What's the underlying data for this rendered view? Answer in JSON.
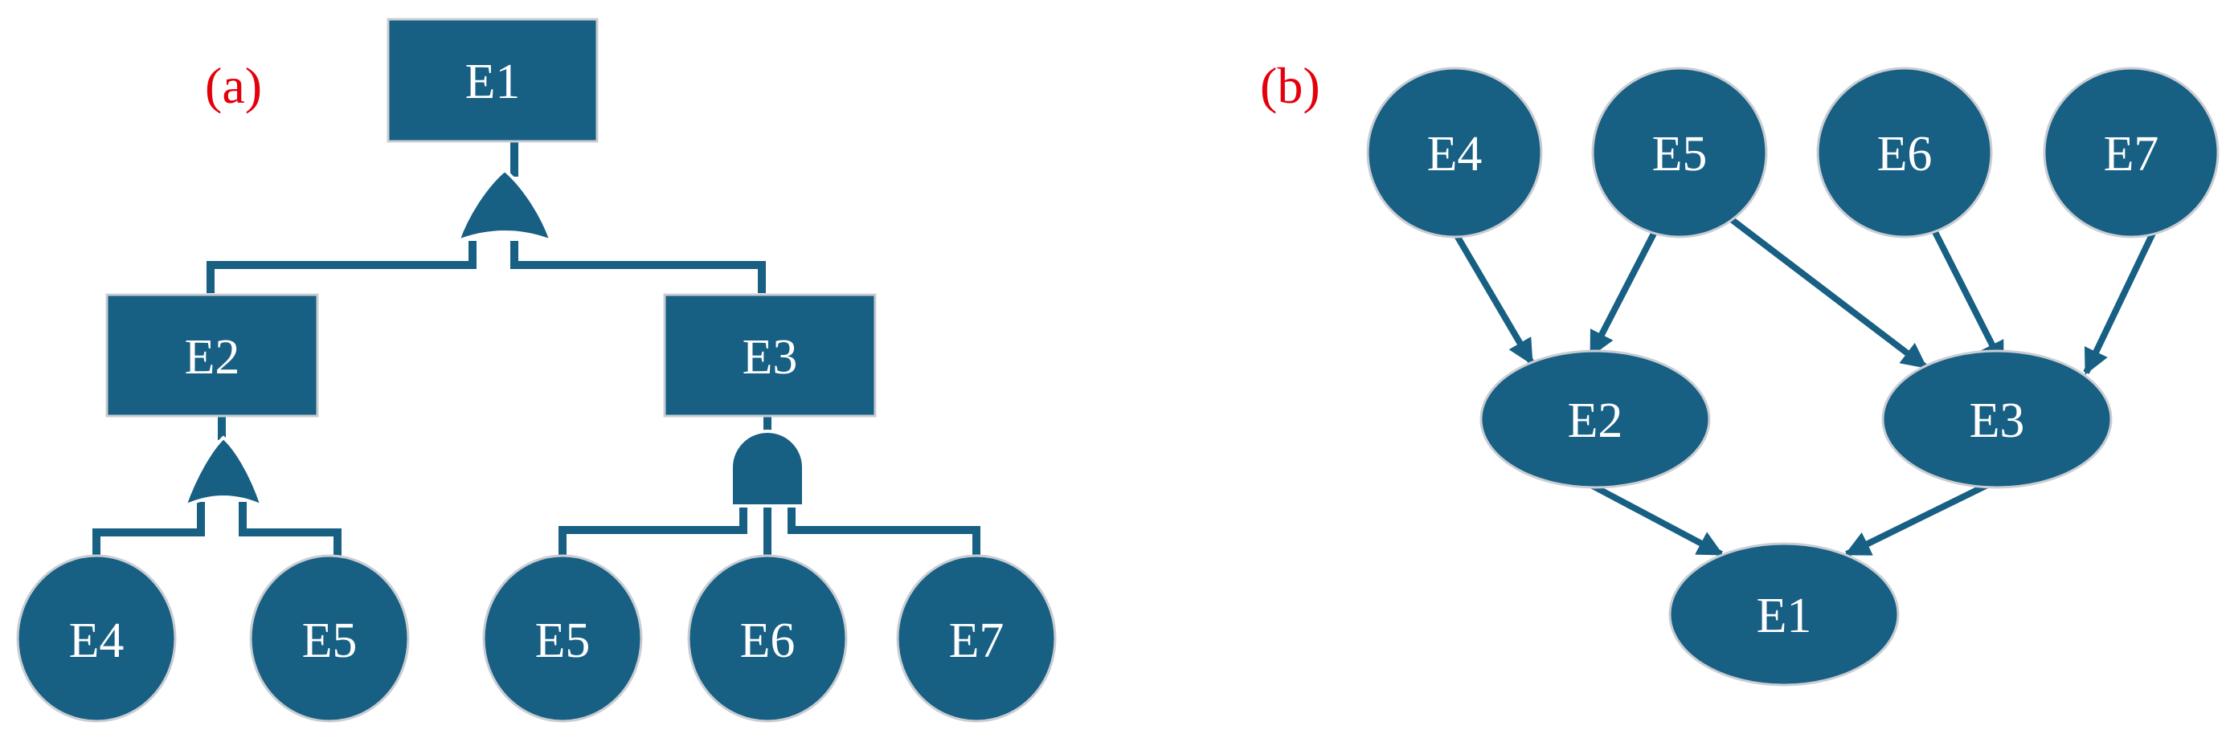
{
  "colors": {
    "node": "#175f83",
    "node_border": "#c9cdd2",
    "panel_label": "#e3000b",
    "text": "#ffffff"
  },
  "panel_a": {
    "label": "(a)",
    "events": {
      "e1": "E1",
      "e2": "E2",
      "e3": "E3",
      "e4": "E4",
      "e5_left": "E5",
      "e5_right": "E5",
      "e6": "E6",
      "e7": "E7"
    },
    "gates": {
      "top": "or-gate",
      "e2": "or-gate",
      "e3": "and-gate"
    }
  },
  "panel_b": {
    "label": "(b)",
    "nodes": {
      "e1": "E1",
      "e2": "E2",
      "e3": "E3",
      "e4": "E4",
      "e5": "E5",
      "e6": "E6",
      "e7": "E7"
    },
    "edges": [
      [
        "E4",
        "E2"
      ],
      [
        "E5",
        "E2"
      ],
      [
        "E5",
        "E3"
      ],
      [
        "E6",
        "E3"
      ],
      [
        "E7",
        "E3"
      ],
      [
        "E2",
        "E1"
      ],
      [
        "E3",
        "E1"
      ]
    ]
  }
}
